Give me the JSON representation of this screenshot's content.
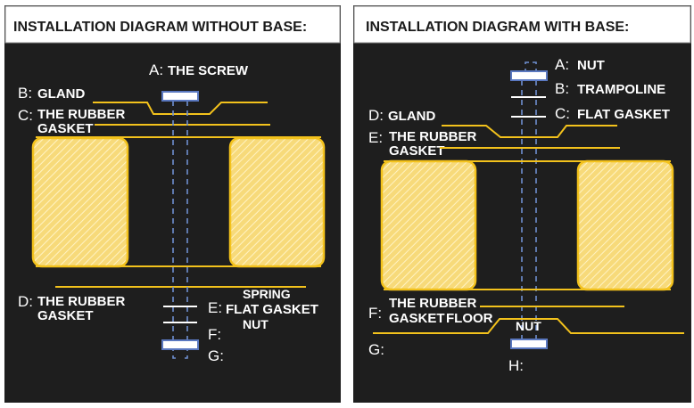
{
  "panels": [
    {
      "title": "INSTALLATION DIAGRAM WITHOUT BASE:",
      "labels": {
        "a_letter": "A:",
        "a_text": "THE SCREW",
        "b_letter": "B:",
        "b_text": "GLAND",
        "c_letter": "C:",
        "c_text1": "THE RUBBER",
        "c_text2": "GASKET",
        "d_letter": "D:",
        "d_text1": "THE RUBBER",
        "d_text2": "GASKET",
        "e_letter": "E:",
        "e_text_top": "SPRING",
        "e_text": "FLAT GASKET",
        "e_text_bottom": "NUT",
        "f_letter": "F:",
        "g_letter": "G:"
      }
    },
    {
      "title": "INSTALLATION DIAGRAM WITH BASE:",
      "labels": {
        "a_letter": "A:",
        "a_text": "NUT",
        "b_letter": "B:",
        "b_text": "TRAMPOLINE",
        "c_letter": "C:",
        "c_text": "FLAT GASKET",
        "d_letter": "D:",
        "d_text": "GLAND",
        "e_letter": "E:",
        "e_text1": "THE RUBBER",
        "e_text2": "GASKET",
        "f_letter": "F:",
        "f_text1": "THE RUBBER",
        "f_text_under": "FLOOR",
        "f_text2": "GASKET",
        "g_letter": "G:",
        "nut_text": "NUT",
        "h_letter": "H:"
      }
    }
  ],
  "colors": {
    "background": "#1e1e1e",
    "accent": "#f3c21c",
    "bolt": "#6f8fd0"
  }
}
